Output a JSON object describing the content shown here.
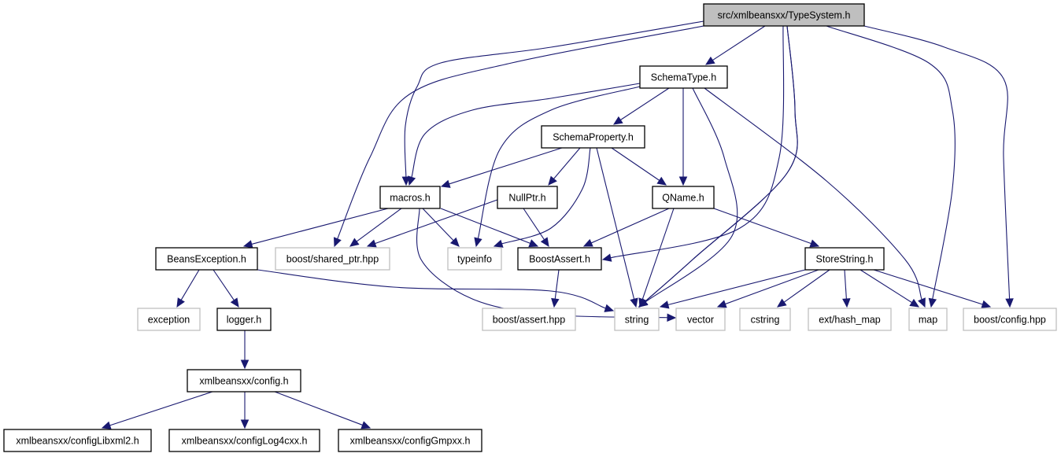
{
  "diagram": {
    "type": "include-dependency-graph",
    "colors": {
      "edge": "#191970",
      "root_fill": "#bfbfbf",
      "local_border": "#000000",
      "system_border": "#bfbfbf"
    },
    "nodes": [
      {
        "id": "typesystem",
        "label": "src/xmlbeansxx/TypeSystem.h",
        "kind": "root"
      },
      {
        "id": "schematype",
        "label": "SchemaType.h",
        "kind": "local"
      },
      {
        "id": "schemaproperty",
        "label": "SchemaProperty.h",
        "kind": "local"
      },
      {
        "id": "macros",
        "label": "macros.h",
        "kind": "local"
      },
      {
        "id": "nullptr",
        "label": "NullPtr.h",
        "kind": "local"
      },
      {
        "id": "qname",
        "label": "QName.h",
        "kind": "local"
      },
      {
        "id": "beansexception",
        "label": "BeansException.h",
        "kind": "local"
      },
      {
        "id": "shared_ptr",
        "label": "boost/shared_ptr.hpp",
        "kind": "system"
      },
      {
        "id": "typeinfo",
        "label": "typeinfo",
        "kind": "system"
      },
      {
        "id": "boostassert",
        "label": "BoostAssert.h",
        "kind": "local"
      },
      {
        "id": "storestring",
        "label": "StoreString.h",
        "kind": "local"
      },
      {
        "id": "exception",
        "label": "exception",
        "kind": "system"
      },
      {
        "id": "logger",
        "label": "logger.h",
        "kind": "local"
      },
      {
        "id": "assert_hpp",
        "label": "boost/assert.hpp",
        "kind": "system"
      },
      {
        "id": "string",
        "label": "string",
        "kind": "system"
      },
      {
        "id": "vector",
        "label": "vector",
        "kind": "system"
      },
      {
        "id": "cstring",
        "label": "cstring",
        "kind": "system"
      },
      {
        "id": "hash_map",
        "label": "ext/hash_map",
        "kind": "system"
      },
      {
        "id": "map",
        "label": "map",
        "kind": "system"
      },
      {
        "id": "config_hpp",
        "label": "boost/config.hpp",
        "kind": "system"
      },
      {
        "id": "config_h",
        "label": "xmlbeansxx/config.h",
        "kind": "local"
      },
      {
        "id": "configlibxml2",
        "label": "xmlbeansxx/configLibxml2.h",
        "kind": "local"
      },
      {
        "id": "configlog4cxx",
        "label": "xmlbeansxx/configLog4cxx.h",
        "kind": "local"
      },
      {
        "id": "configgmpxx",
        "label": "xmlbeansxx/configGmpxx.h",
        "kind": "local"
      }
    ],
    "edges": [
      [
        "typesystem",
        "schematype"
      ],
      [
        "typesystem",
        "macros"
      ],
      [
        "typesystem",
        "shared_ptr"
      ],
      [
        "typesystem",
        "boostassert"
      ],
      [
        "typesystem",
        "string"
      ],
      [
        "typesystem",
        "vector"
      ],
      [
        "typesystem",
        "map"
      ],
      [
        "typesystem",
        "config_hpp"
      ],
      [
        "schematype",
        "schemaproperty"
      ],
      [
        "schematype",
        "macros"
      ],
      [
        "schematype",
        "typeinfo"
      ],
      [
        "schematype",
        "qname"
      ],
      [
        "schematype",
        "string"
      ],
      [
        "schematype",
        "map"
      ],
      [
        "schemaproperty",
        "macros"
      ],
      [
        "schemaproperty",
        "nullptr"
      ],
      [
        "schemaproperty",
        "qname"
      ],
      [
        "schemaproperty",
        "typeinfo"
      ],
      [
        "schemaproperty",
        "string"
      ],
      [
        "macros",
        "beansexception"
      ],
      [
        "macros",
        "shared_ptr"
      ],
      [
        "macros",
        "typeinfo"
      ],
      [
        "macros",
        "boostassert"
      ],
      [
        "macros",
        "vector"
      ],
      [
        "nullptr",
        "shared_ptr"
      ],
      [
        "nullptr",
        "boostassert"
      ],
      [
        "qname",
        "boostassert"
      ],
      [
        "qname",
        "string"
      ],
      [
        "qname",
        "storestring"
      ],
      [
        "beansexception",
        "exception"
      ],
      [
        "beansexception",
        "logger"
      ],
      [
        "beansexception",
        "string"
      ],
      [
        "boostassert",
        "assert_hpp"
      ],
      [
        "storestring",
        "string"
      ],
      [
        "storestring",
        "vector"
      ],
      [
        "storestring",
        "cstring"
      ],
      [
        "storestring",
        "hash_map"
      ],
      [
        "storestring",
        "map"
      ],
      [
        "storestring",
        "config_hpp"
      ],
      [
        "logger",
        "config_h"
      ],
      [
        "config_h",
        "configlibxml2"
      ],
      [
        "config_h",
        "configlog4cxx"
      ],
      [
        "config_h",
        "configgmpxx"
      ]
    ]
  }
}
